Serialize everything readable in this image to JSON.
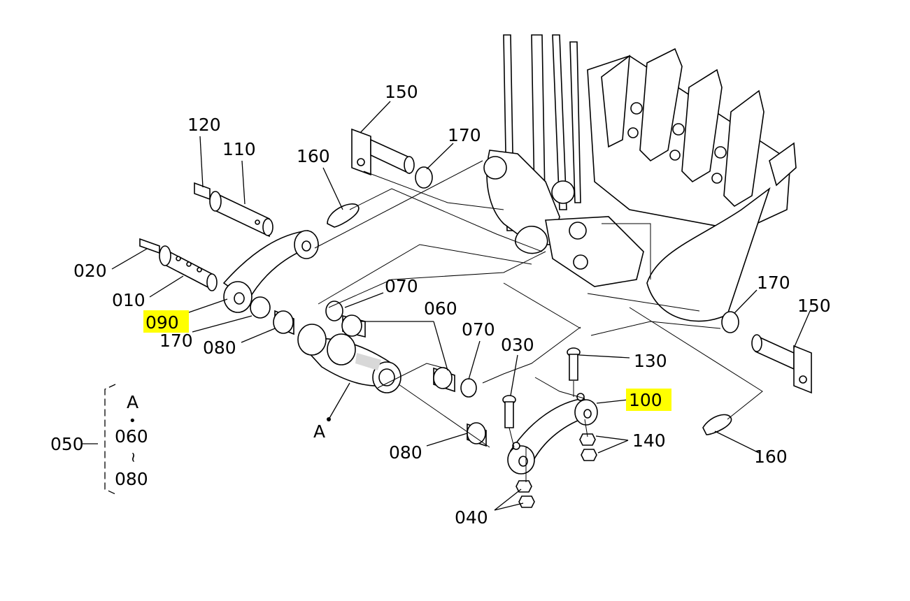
{
  "labels": {
    "p150_top": "150",
    "p170_top": "170",
    "p160_left": "160",
    "p120": "120",
    "p110": "110",
    "p020": "020",
    "p010": "010",
    "p090": "090",
    "p170_left": "170",
    "p080_left": "080",
    "p070_top": "070",
    "p060": "060",
    "p070_mid": "070",
    "p030": "030",
    "p130": "130",
    "p100": "100",
    "p170_right": "170",
    "p150_right": "150",
    "p140": "140",
    "p160_right": "160",
    "p080_bottom": "080",
    "p040": "040",
    "detail_a": "A",
    "p050": "050",
    "group_a": "A",
    "group_060": "060",
    "group_080": "080",
    "group_dot": "•",
    "group_tilde": "~"
  },
  "highlights": [
    "090",
    "100"
  ],
  "colors": {
    "highlight": "#ffff00",
    "line": "#000000",
    "background": "#ffffff"
  }
}
